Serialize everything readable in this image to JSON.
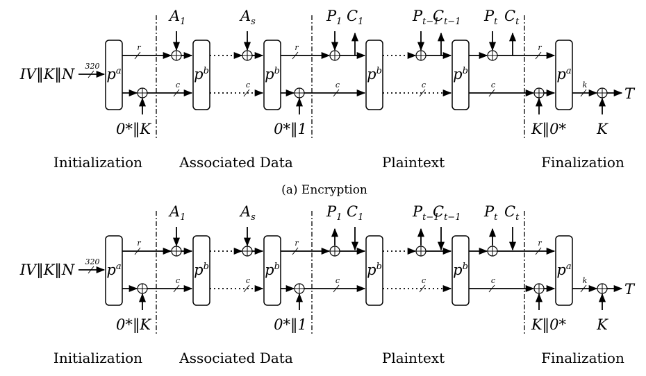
{
  "labels": {
    "input": "IV‖K‖N",
    "input_width": "320",
    "rate": "r",
    "capacity": "c",
    "key_bits": "k",
    "perm_a": "p",
    "perm_a_sup": "a",
    "perm_b": "p",
    "perm_b_sup": "b",
    "init_key": "0*‖K",
    "ad_domain": "0*‖1",
    "final_key": "K‖0*",
    "tag_key": "K",
    "tag": "T",
    "a1": "A",
    "a1_sub": "1",
    "as": "A",
    "as_sub": "s",
    "p1": "P",
    "p1_sub": "1",
    "c1": "C",
    "c1_sub": "1",
    "pt1": "P",
    "pt1_sub": "t−1",
    "ct1": "C",
    "ct1_sub": "t−1",
    "pt": "P",
    "pt_sub": "t",
    "ct": "C",
    "ct_sub": "t"
  },
  "sections": [
    "Initialization",
    "Associated Data",
    "Plaintext",
    "Finalization"
  ],
  "captions": {
    "encryption": "(a) Encryption"
  }
}
